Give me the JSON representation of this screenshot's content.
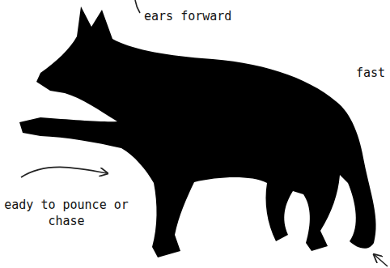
{
  "diagram": {
    "labels": [
      "ears forward",
      "fast",
      "eady to pounce or chase"
    ]
  }
}
